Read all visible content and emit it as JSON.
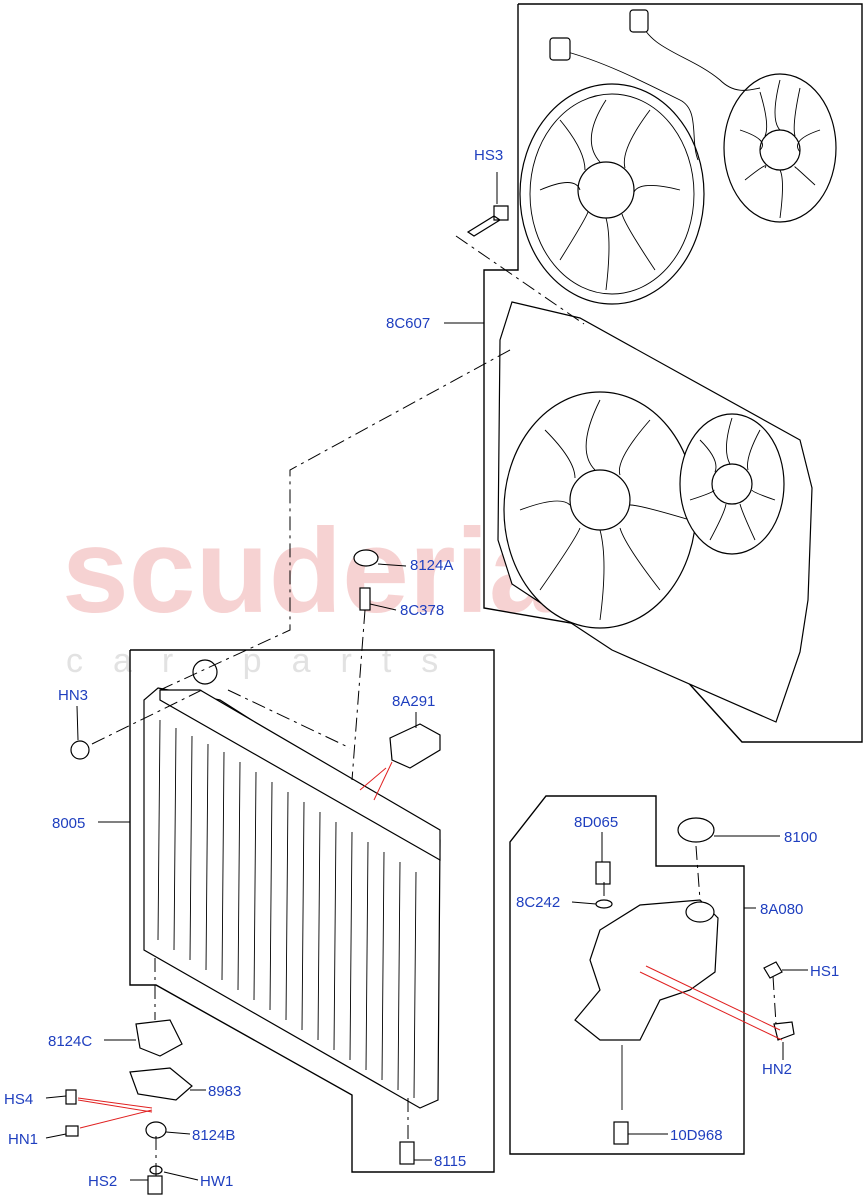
{
  "watermark": {
    "main": "scuderia",
    "sub": "car parts"
  },
  "colors": {
    "label": "#1f3fbf",
    "leader": "#000000",
    "highlight": "#e02020",
    "watermark": "#f4c4c4"
  },
  "labels": {
    "HS3": "HS3",
    "8C607": "8C607",
    "8124A": "8124A",
    "8C378": "8C378",
    "HN3": "HN3",
    "8A291": "8A291",
    "8005": "8005",
    "8D065": "8D065",
    "8100": "8100",
    "8C242": "8C242",
    "8A080": "8A080",
    "HS1": "HS1",
    "HN2": "HN2",
    "8124C": "8124C",
    "8983": "8983",
    "HS4": "HS4",
    "HN1": "HN1",
    "8124B": "8124B",
    "10D968": "10D968",
    "8115": "8115",
    "HS2": "HS2",
    "HW1": "HW1"
  }
}
